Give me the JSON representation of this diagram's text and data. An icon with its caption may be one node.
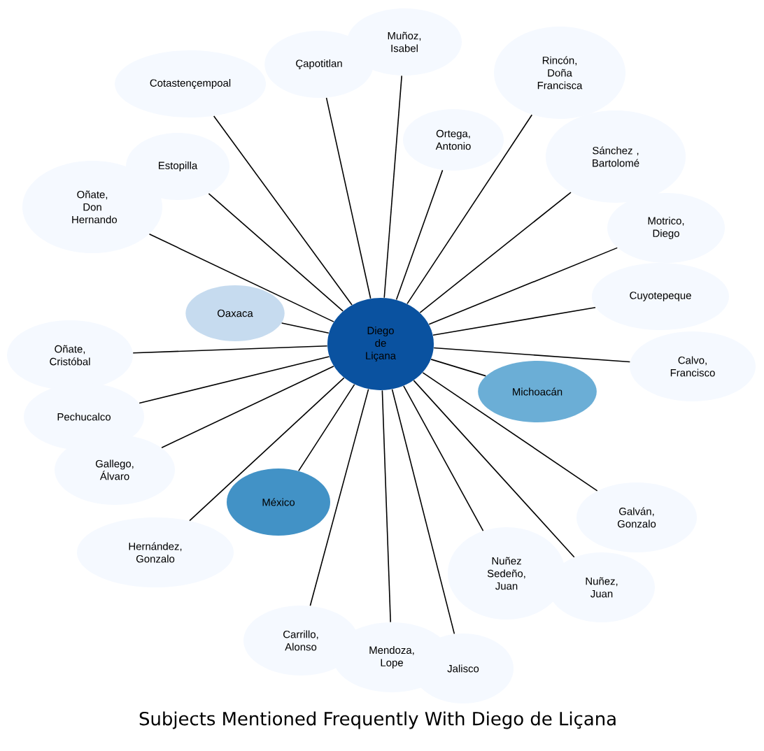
{
  "diagram": {
    "title": "Subjects Mentioned Frequently With Diego de Liçana",
    "nodes": [
      {
        "text": [
          "Diego de Liçana"
        ]
      },
      {
        "text": [
          "Oaxaca"
        ]
      },
      {
        "text": [
          "Michoacán"
        ]
      },
      {
        "text": [
          "México"
        ]
      },
      {
        "text": [
          "Muñoz, Isabel"
        ]
      },
      {
        "text": [
          "Çapotitlan"
        ]
      },
      {
        "text": [
          "Cotastençempoal"
        ]
      },
      {
        "text": [
          "Rincón, Doña Francisca"
        ]
      },
      {
        "text": [
          "Ortega, Antonio"
        ]
      },
      {
        "text": [
          "Sánchez , Bartolomé"
        ]
      },
      {
        "text": [
          "Estopilla"
        ]
      },
      {
        "text": [
          "Oñate, Don Hernando"
        ]
      },
      {
        "text": [
          "Motrico, Diego"
        ]
      },
      {
        "text": [
          "Oñate, Cristóbal"
        ]
      },
      {
        "text": [
          "Cuyotepeque"
        ]
      },
      {
        "text": [
          "Pechucalco"
        ]
      },
      {
        "text": [
          "Calvo, Francisco"
        ]
      },
      {
        "text": [
          "Galván, Gonzalo"
        ]
      },
      {
        "text": [
          "Gallego, Álvaro"
        ]
      },
      {
        "text": [
          "Hernández, Gonzalo"
        ]
      },
      {
        "text": [
          "Nuñez Sedeño, Juan"
        ]
      },
      {
        "text": [
          "Nuñez, Juan"
        ]
      },
      {
        "text": [
          "Carrillo, Alonso"
        ]
      },
      {
        "text": [
          "Mendoza, Lope"
        ]
      },
      {
        "text": [
          "Jalisco"
        ]
      }
    ],
    "edges": [
      {
        "from": 0,
        "to": 1,
        "arrow": "none"
      },
      {
        "from": 0,
        "to": 2,
        "arrow": "none"
      },
      {
        "from": 0,
        "to": 3,
        "arrow": "none"
      },
      {
        "from": 0,
        "to": 4,
        "arrow": "none"
      },
      {
        "from": 0,
        "to": 5,
        "arrow": "none"
      },
      {
        "from": 0,
        "to": 6,
        "arrow": "none"
      },
      {
        "from": 0,
        "to": 7,
        "arrow": "none"
      },
      {
        "from": 0,
        "to": 8,
        "arrow": "none"
      },
      {
        "from": 0,
        "to": 9,
        "arrow": "none"
      },
      {
        "from": 0,
        "to": 10,
        "arrow": "none"
      },
      {
        "from": 0,
        "to": 11,
        "arrow": "none"
      },
      {
        "from": 0,
        "to": 12,
        "arrow": "none"
      },
      {
        "from": 0,
        "to": 13,
        "arrow": "none"
      },
      {
        "from": 0,
        "to": 14,
        "arrow": "none"
      },
      {
        "from": 0,
        "to": 15,
        "arrow": "none"
      },
      {
        "from": 0,
        "to": 16,
        "arrow": "none"
      },
      {
        "from": 0,
        "to": 17,
        "arrow": "none"
      },
      {
        "from": 0,
        "to": 18,
        "arrow": "none"
      },
      {
        "from": 0,
        "to": 19,
        "arrow": "none"
      },
      {
        "from": 0,
        "to": 20,
        "arrow": "none"
      },
      {
        "from": 0,
        "to": 21,
        "arrow": "none"
      },
      {
        "from": 0,
        "to": 22,
        "arrow": "none"
      },
      {
        "from": 0,
        "to": 23,
        "arrow": "none"
      },
      {
        "from": 0,
        "to": 24,
        "arrow": "none"
      }
    ]
  }
}
